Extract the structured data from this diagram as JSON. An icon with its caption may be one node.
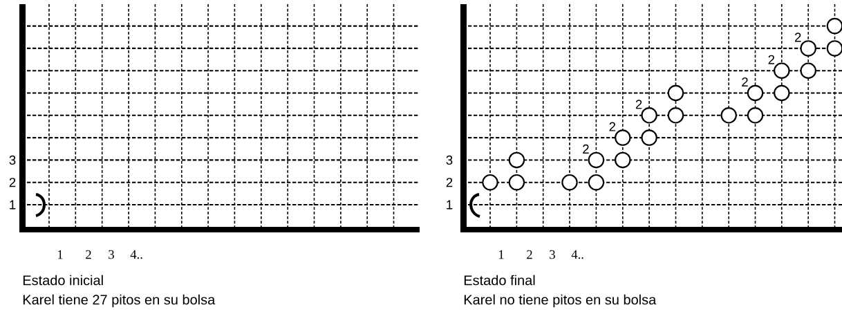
{
  "diagram": {
    "nodes": [
      {
        "text": [],
        "shape": "circle"
      },
      {
        "text": [],
        "shape": "circle"
      },
      {
        "text": [],
        "shape": "circle"
      },
      {
        "text": [],
        "shape": "circle"
      },
      {
        "text": [],
        "shape": "circle",
        "beside": [
          "2"
        ]
      },
      {
        "text": [],
        "shape": "circle"
      },
      {
        "text": [],
        "shape": "circle",
        "beside": [
          "2"
        ]
      },
      {
        "text": [],
        "shape": "circle"
      },
      {
        "text": [],
        "shape": "circle",
        "beside": [
          "2"
        ]
      },
      {
        "text": [],
        "shape": "circle"
      },
      {
        "text": [],
        "shape": "circle"
      },
      {
        "text": [],
        "shape": "circle"
      },
      {
        "text": [],
        "shape": "circle"
      },
      {
        "text": [],
        "shape": "circle",
        "beside": [
          "2"
        ]
      },
      {
        "text": [],
        "shape": "circle"
      },
      {
        "text": [],
        "shape": "circle",
        "beside": [
          "2"
        ]
      },
      {
        "text": [],
        "shape": "circle"
      },
      {
        "text": [],
        "shape": "circle",
        "beside": [
          "2"
        ]
      },
      {
        "text": [],
        "shape": "circle"
      },
      {
        "text": [],
        "shape": "circle"
      },
      {
        "text": [],
        "shape": "circle"
      }
    ],
    "labels": [
      "3",
      "2",
      "1",
      "1",
      "2",
      "3",
      "4..",
      "Estado inicial",
      "Karel tiene 27 pitos en su bolsa",
      "3",
      "2",
      "1",
      "1",
      "2",
      "3",
      "4..",
      "Estado final",
      "Karel no tiene pitos en su bolsa"
    ]
  }
}
